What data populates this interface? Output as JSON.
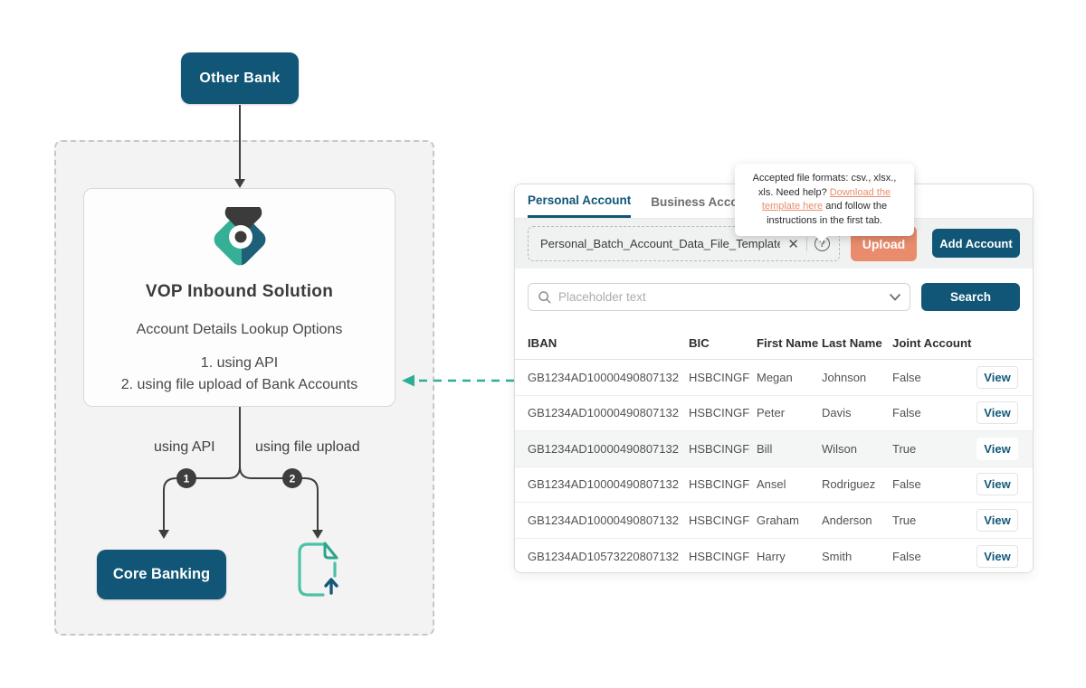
{
  "colors": {
    "navy": "#115677",
    "teal": "#2fad97",
    "teal_light": "#4cc2a5",
    "salmon": "#e98c6c",
    "charcoal": "#3e3e3e",
    "zone_bg": "#f3f3f3",
    "band_bg": "#f0f2f2",
    "row_alt_bg": "#f4f5f5"
  },
  "diagram": {
    "other_bank_label": "Other Bank",
    "vop_title": "VOP Inbound Solution",
    "subtitle": "Account Details Lookup Options",
    "option1": "1. using API",
    "option2": "2. using file upload of Bank Accounts",
    "branch1_number": "1",
    "branch2_number": "2",
    "branch1_label": "using API",
    "branch2_label": "using file upload",
    "core_banking_label": "Core Banking"
  },
  "panel": {
    "tabs": [
      {
        "label": "Personal Account",
        "active": true
      },
      {
        "label": "Business Account",
        "active": false
      }
    ],
    "tooltip": {
      "text_before_link": "Accepted file formats: csv., xlsx., xls. Need help? ",
      "link_text": "Download the template here",
      "text_after_link": " and follow the instructions in the first tab."
    },
    "upload": {
      "filename": "Personal_Batch_Account_Data_File_Template.csv",
      "clear_icon": "✕",
      "help_icon": "?",
      "upload_label": "Upload",
      "add_account_label": "Add Account"
    },
    "search": {
      "placeholder": "Placeholder text",
      "button_label": "Search"
    },
    "table": {
      "headers": [
        "IBAN",
        "BIC",
        "First Name",
        "Last Name",
        "Joint Account"
      ],
      "view_label": "View",
      "rows": [
        {
          "iban": "GB1234AD10000490807132",
          "bic": "HSBCINGF",
          "first": "Megan",
          "last": "Johnson",
          "joint": "False"
        },
        {
          "iban": "GB1234AD10000490807132",
          "bic": "HSBCINGF",
          "first": "Peter",
          "last": "Davis",
          "joint": "False"
        },
        {
          "iban": "GB1234AD10000490807132",
          "bic": "HSBCINGF",
          "first": "Bill",
          "last": "Wilson",
          "joint": "True"
        },
        {
          "iban": "GB1234AD10000490807132",
          "bic": "HSBCINGF",
          "first": "Ansel",
          "last": "Rodriguez",
          "joint": "False"
        },
        {
          "iban": "GB1234AD10000490807132",
          "bic": "HSBCINGF",
          "first": "Graham",
          "last": "Anderson",
          "joint": "True"
        },
        {
          "iban": "GB1234AD10573220807132",
          "bic": "HSBCINGF",
          "first": "Harry",
          "last": "Smith",
          "joint": "False"
        }
      ]
    }
  }
}
